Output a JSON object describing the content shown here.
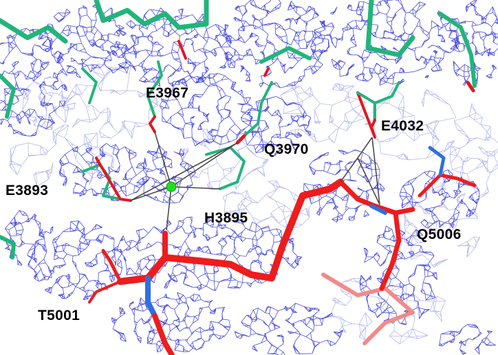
{
  "figure": {
    "labels": [
      {
        "id": "e3967",
        "text": "E3967"
      },
      {
        "id": "e4032",
        "text": "E4032"
      },
      {
        "id": "q3970",
        "text": "Q3970"
      },
      {
        "id": "e3893",
        "text": "E3893"
      },
      {
        "id": "h3895",
        "text": "H3895"
      },
      {
        "id": "q5006",
        "text": "Q5006"
      },
      {
        "id": "t5001",
        "text": "T5001"
      }
    ],
    "colors": {
      "density_mesh": "#2b2fd6",
      "density_mesh_light": "#8f93e6",
      "protein_carbon": "#21b57a",
      "ligand_carbon": "#ee1c1c",
      "ligand_carbon_faded": "#f28a8a",
      "oxygen": "#e3171f",
      "nitrogen": "#2f6fe0",
      "metal_ion": "#22dd22",
      "coordination_bond": "#4a4a4a",
      "background": "#ffffff"
    },
    "icons": [
      "green-metal-ion-sphere"
    ]
  }
}
